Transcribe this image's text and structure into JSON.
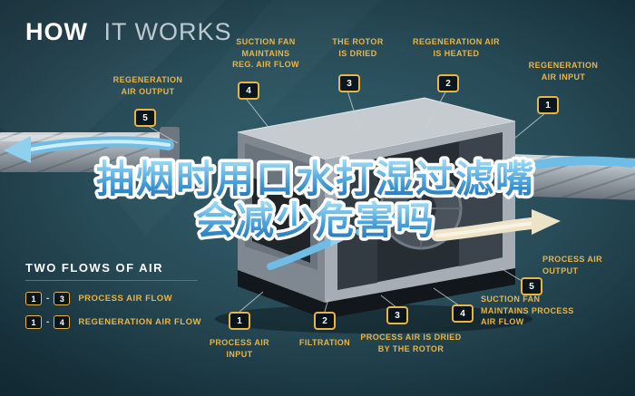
{
  "title": {
    "bold": "HOW",
    "light": "IT WORKS"
  },
  "overlay_text": {
    "line1": "抽烟时用口水打湿过滤嘴",
    "line2": "会减少危害吗"
  },
  "callouts": {
    "regen_air_output": {
      "num": "5",
      "label": "REGENERATION\nAIR OUTPUT"
    },
    "suction_fan_reg": {
      "num": "4",
      "label": "SUCTION FAN\nMAINTAINS\nREG. AIR FLOW"
    },
    "rotor_dried": {
      "num": "3",
      "label": "THE ROTOR\nIS DRIED"
    },
    "regen_air_heated": {
      "num": "2",
      "label": "REGENERATION AIR\nIS HEATED"
    },
    "regen_air_input": {
      "num": "1",
      "label": "REGENERATION\nAIR INPUT"
    },
    "process_air_output": {
      "num": "5",
      "label": "PROCESS AIR\nOUTPUT"
    },
    "suction_fan_process": {
      "num": "4",
      "label": "SUCTION FAN\nMAINTAINS PROCESS\nAIR FLOW"
    },
    "process_air_input": {
      "num": "1",
      "label": "PROCESS AIR\nINPUT"
    },
    "filtration": {
      "num": "2",
      "label": "FILTRATION"
    },
    "process_air_dried": {
      "num": "3",
      "label": "PROCESS AIR IS DRIED\nBY THE ROTOR"
    }
  },
  "legend": {
    "heading": "TWO FLOWS OF AIR",
    "rows": [
      {
        "start": "1",
        "sep": "-",
        "end": "3",
        "label": "PROCESS AIR FLOW"
      },
      {
        "start": "1",
        "sep": "-",
        "end": "4",
        "label": "REGENERATION AIR FLOW"
      }
    ]
  },
  "colors": {
    "accent_gold": "#e9b545",
    "airflow_cyan": "#6fbde6",
    "airflow_cream": "#ece3c8",
    "headline_blue": "#3e9bd6",
    "background_teal": "#284c58"
  }
}
